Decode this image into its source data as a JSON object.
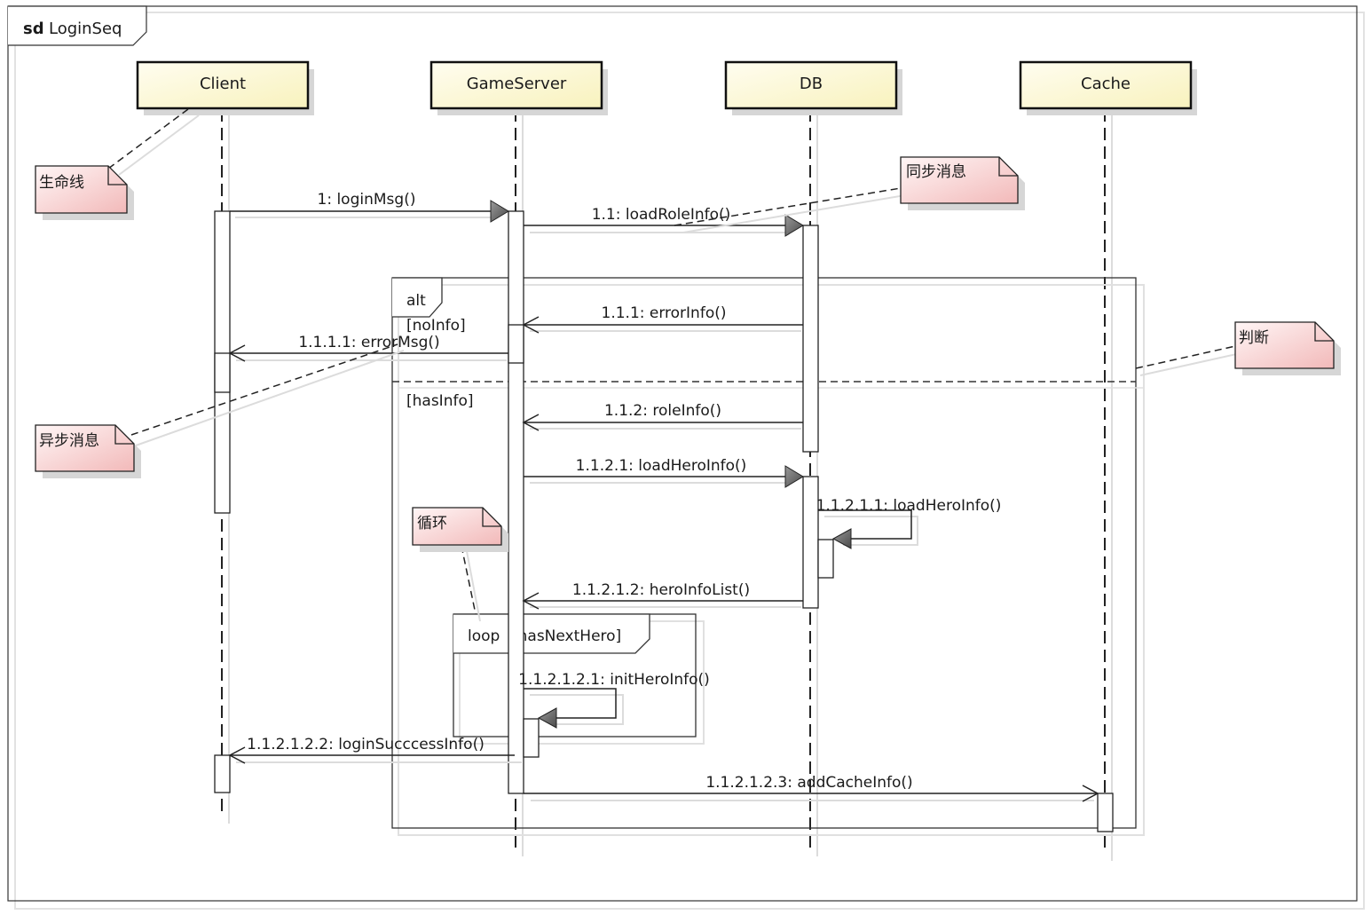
{
  "frame": {
    "keyword": "sd",
    "name": "LoginSeq"
  },
  "lifelines": [
    "Client",
    "GameServer",
    "DB",
    "Cache"
  ],
  "messages": [
    "1: loginMsg()",
    "1.1: loadRoleInfo()",
    "1.1.1: errorInfo()",
    "1.1.1.1: errorMsg()",
    "1.1.2: roleInfo()",
    "1.1.2.1: loadHeroInfo()",
    "1.1.2.1.1: loadHeroInfo()",
    "1.1.2.1.2: heroInfoList()",
    "1.1.2.1.2.1: initHeroInfo()",
    "1.1.2.1.2.2: loginSucccessInfo()",
    "1.1.2.1.2.3: addCacheInfo()"
  ],
  "fragments": {
    "alt": {
      "operator": "alt",
      "guards": [
        "[noInfo]",
        "[hasInfo]"
      ]
    },
    "loop": {
      "operator": "loop",
      "guard": "[hasNextHero]"
    }
  },
  "notes": [
    "生命线",
    "同步消息",
    "判断",
    "异步消息",
    "循环"
  ],
  "colors": {
    "lifeline_fill_top": "#fffbe8",
    "lifeline_fill_bottom": "#fbf7c8",
    "note_fill_top": "#fff4f4",
    "note_fill_bottom": "#f5c2c2",
    "line": "#222222",
    "shadow": "#d8d8d8"
  }
}
